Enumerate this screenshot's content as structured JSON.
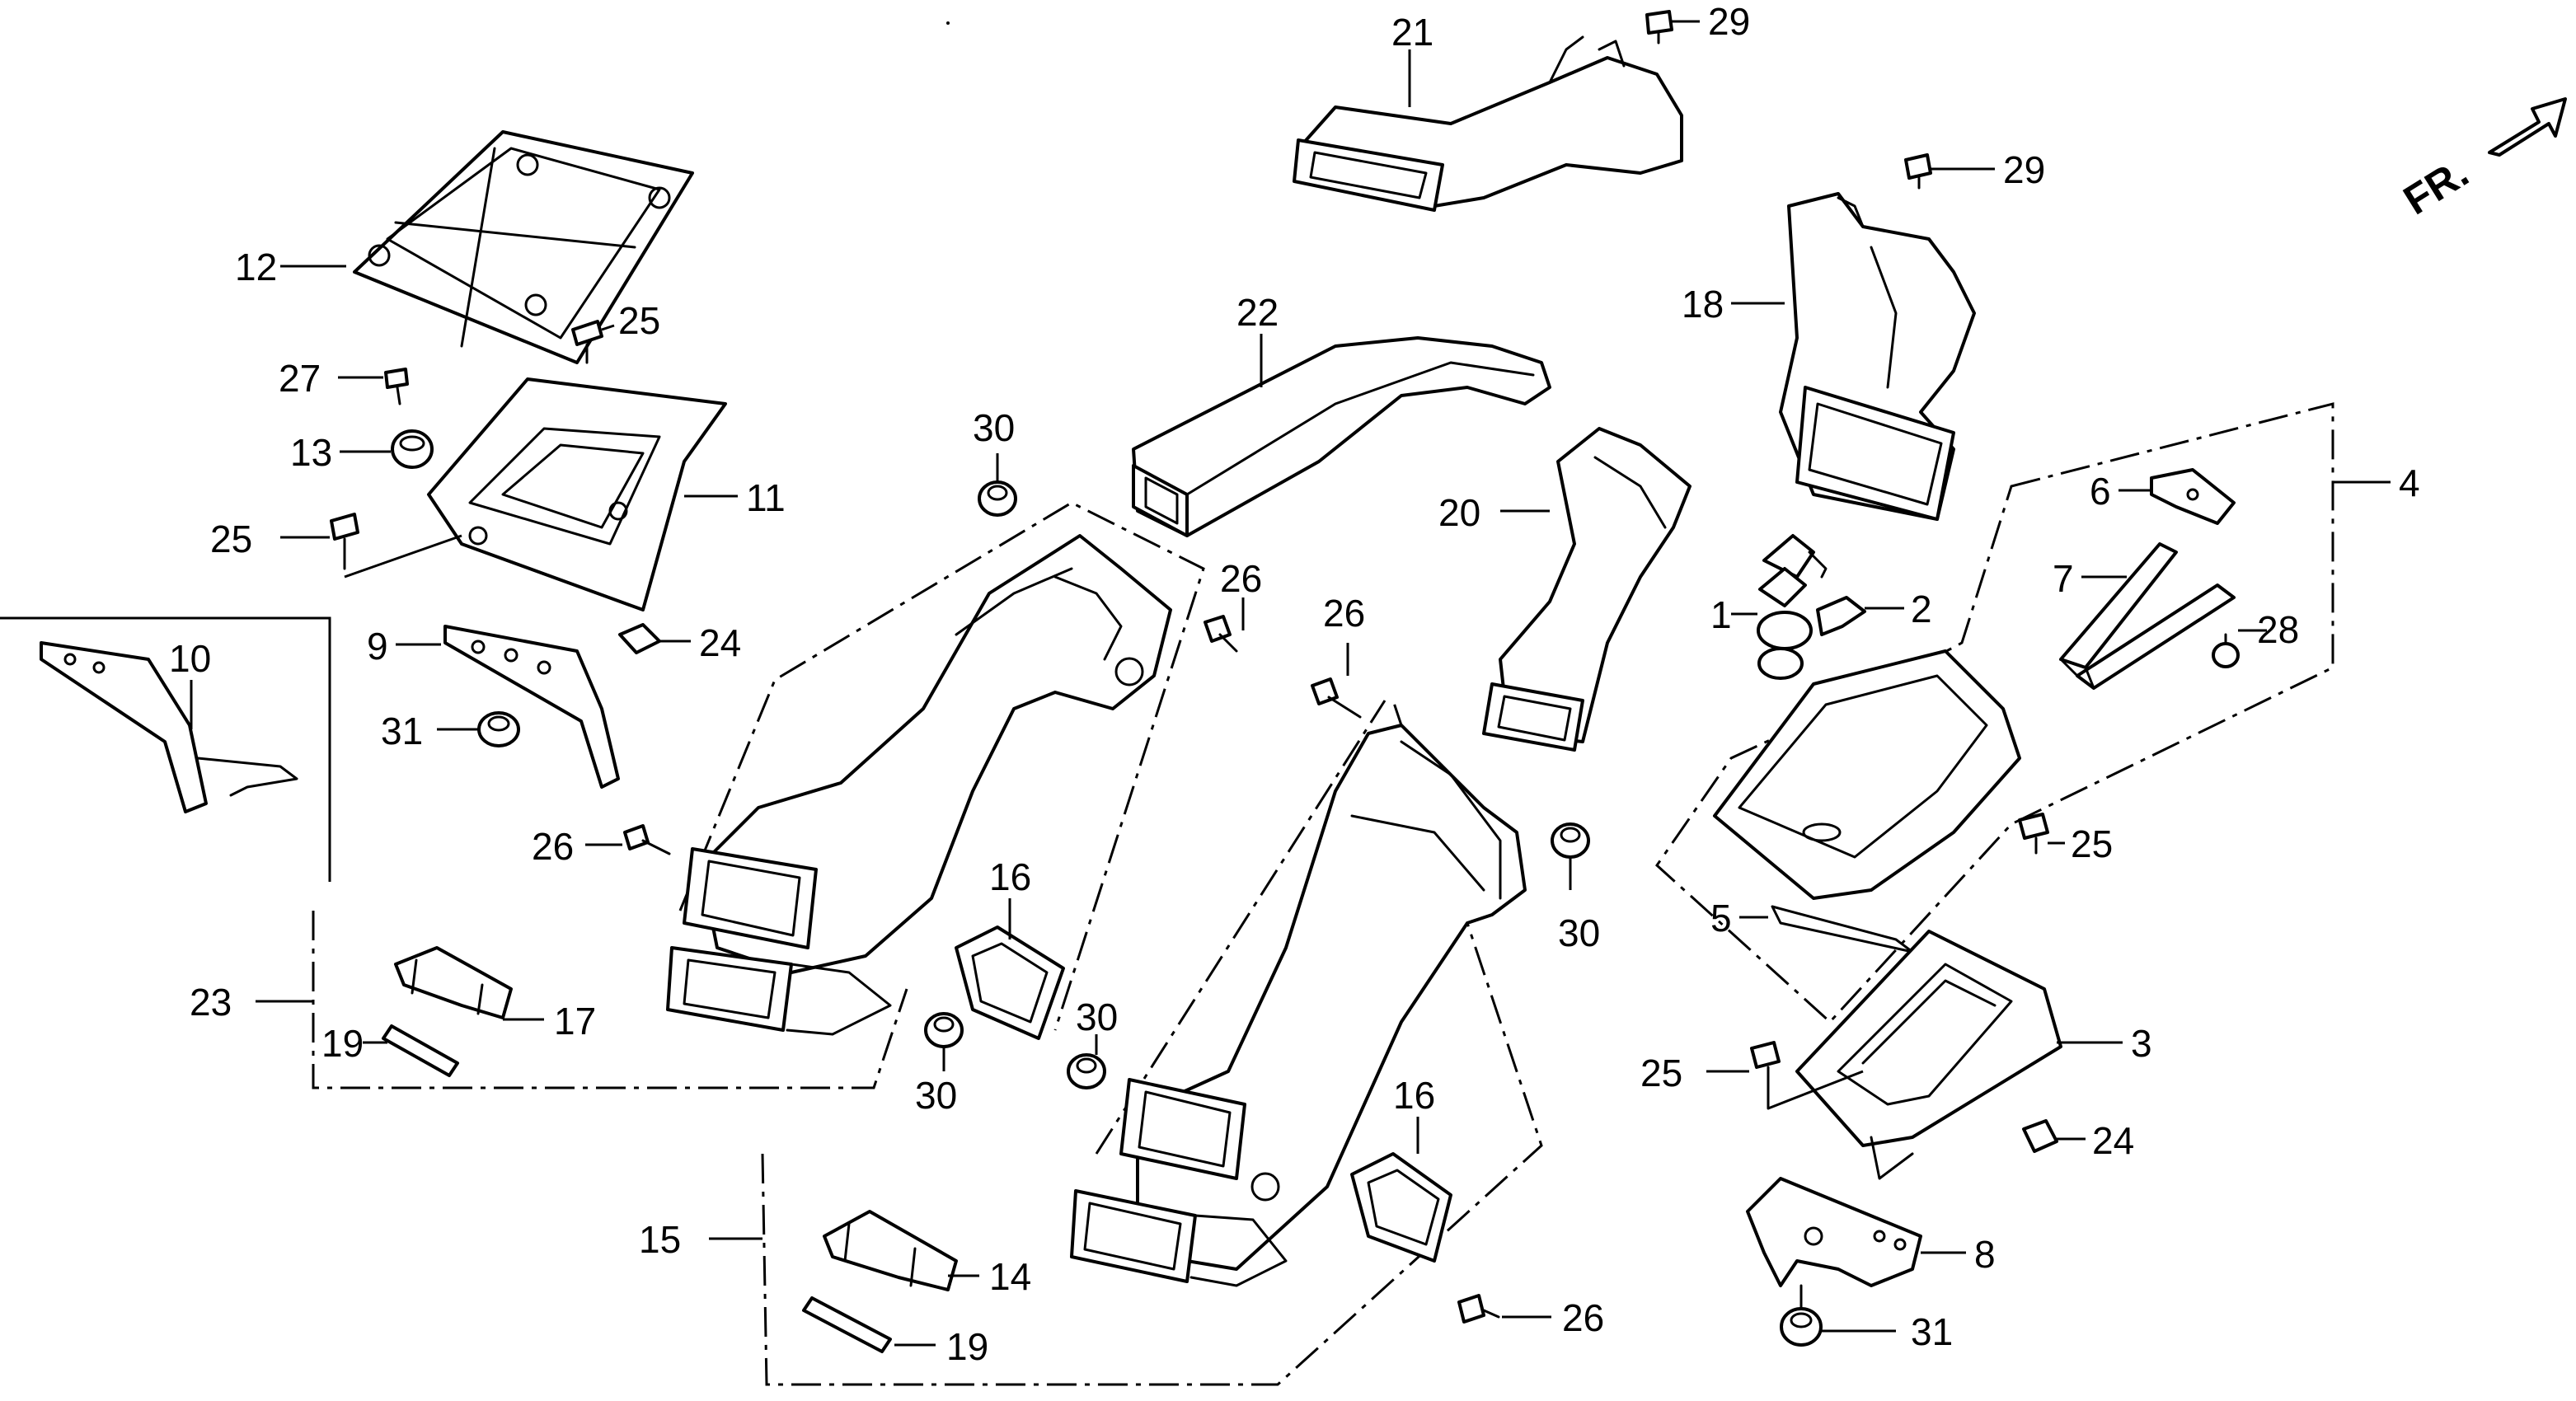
{
  "callouts": {
    "c1": "1",
    "c2": "2",
    "c3": "3",
    "c4": "4",
    "c5": "5",
    "c6": "6",
    "c7": "7",
    "c8": "8",
    "c9": "9",
    "c10": "10",
    "c11": "11",
    "c12": "12",
    "c13": "13",
    "c14": "14",
    "c15": "15",
    "c16a": "16",
    "c16b": "16",
    "c17": "17",
    "c18": "18",
    "c19a": "19",
    "c19b": "19",
    "c20": "20",
    "c21": "21",
    "c22": "22",
    "c23": "23",
    "c24a": "24",
    "c24b": "24",
    "c25a": "25",
    "c25b": "25",
    "c25c": "25",
    "c25d": "25",
    "c26a": "26",
    "c26b": "26",
    "c26c": "26",
    "c26d": "26",
    "c27": "27",
    "c28": "28",
    "c29a": "29",
    "c29b": "29",
    "c30a": "30",
    "c30b": "30",
    "c30c": "30",
    "c30d": "30",
    "c31a": "31",
    "c31b": "31"
  },
  "direction_label": "FR."
}
